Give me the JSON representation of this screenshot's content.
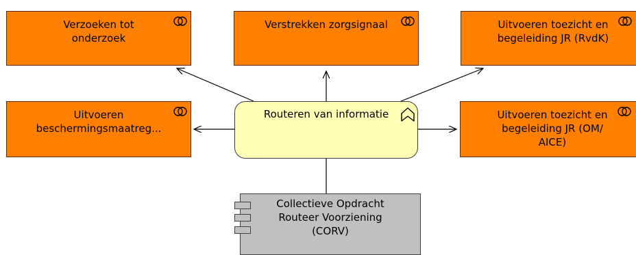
{
  "services": [
    {
      "line1": "Verzoeken tot",
      "line2": "onderzoek",
      "line3": ""
    },
    {
      "line1": "Verstrekken zorgsignaal",
      "line2": "",
      "line3": ""
    },
    {
      "line1": "Uitvoeren toezicht en",
      "line2": "begeleiding JR (RvdK)",
      "line3": ""
    },
    {
      "line1": "Uitvoeren",
      "line2": "beschermingsmaatreg...",
      "line3": ""
    },
    {
      "line1": "Uitvoeren toezicht en",
      "line2": "begeleiding JR (OM/",
      "line3": "AICE)"
    }
  ],
  "process": {
    "label": "Routeren van informatie"
  },
  "component": {
    "line1": "Collectieve Opdracht",
    "line2": "Routeer Voorziening",
    "line3": "(CORV)"
  },
  "colors": {
    "service_fill": "#ff8000",
    "process_fill": "#ffffb5",
    "component_fill": "#c0c0c0"
  },
  "icons": {
    "service": "service-interface-icon",
    "process": "process-chevron-icon",
    "component": "component-icon"
  }
}
